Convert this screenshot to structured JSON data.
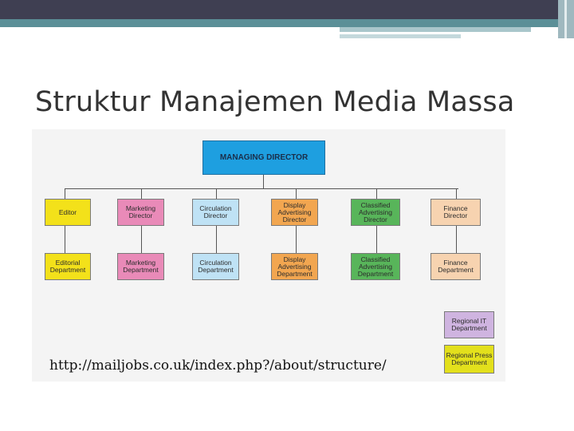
{
  "slide": {
    "title": "Struktur Manajemen Media Massa",
    "source_url": "http://mailjobs.co.uk/index.php?/about/structure/"
  },
  "org_chart": {
    "root": "MANAGING DIRECTOR",
    "directors": [
      "Editor",
      "Marketing Director",
      "Circulation Director",
      "Display Advertising Director",
      "Classified Advertising Director",
      "Finance Director"
    ],
    "departments": [
      "Editorial Department",
      "Marketing Department",
      "Circulation Department",
      "Display Advertising Department",
      "Classified Advertising Department",
      "Finance Department"
    ],
    "extra_departments": [
      "Regional IT Department",
      "Regional Press Department"
    ]
  },
  "colors": {
    "root": "#1e9fe0",
    "editor": "#f3e11a",
    "marketing": "#e98ab8",
    "circulation": "#bfe2f5",
    "display": "#f2a650",
    "classified": "#58b55a",
    "finance": "#f7d3b0",
    "regional_it": "#cfb4e0",
    "regional_press": "#e3e01c"
  }
}
